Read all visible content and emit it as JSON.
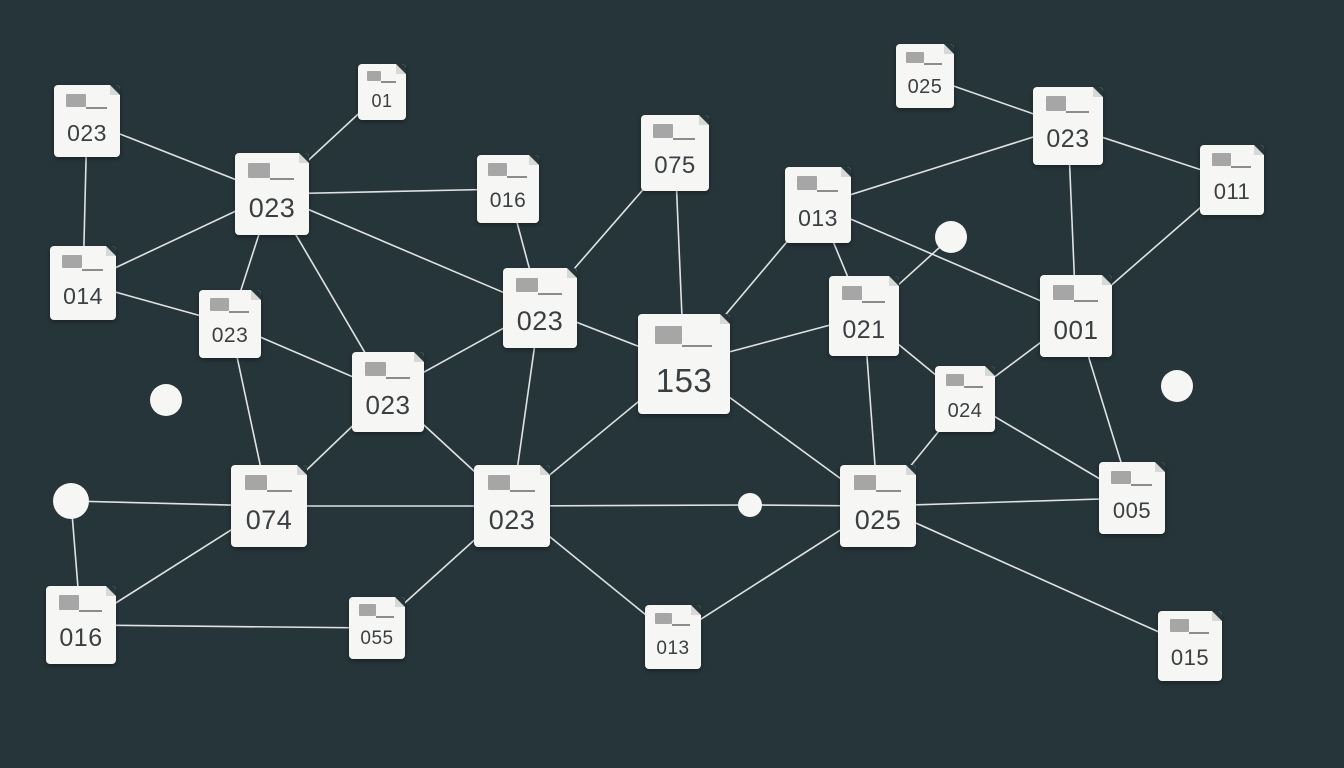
{
  "diagram": {
    "background": "#263539",
    "node_color": "#f6f6f4",
    "edge_color": "#dfe3e3",
    "nodes": [
      {
        "id": "n1",
        "label": "023"
      },
      {
        "id": "n2",
        "label": "01"
      },
      {
        "id": "n3",
        "label": "023"
      },
      {
        "id": "n4",
        "label": "016"
      },
      {
        "id": "n5",
        "label": "075"
      },
      {
        "id": "n6",
        "label": "013"
      },
      {
        "id": "n7",
        "label": "025"
      },
      {
        "id": "n8",
        "label": "023"
      },
      {
        "id": "n9",
        "label": "011"
      },
      {
        "id": "n10",
        "label": "014"
      },
      {
        "id": "n11",
        "label": "023"
      },
      {
        "id": "n12",
        "label": "023"
      },
      {
        "id": "n13",
        "label": "153"
      },
      {
        "id": "n14",
        "label": "021"
      },
      {
        "id": "n15",
        "label": "001"
      },
      {
        "id": "n16",
        "label": "023"
      },
      {
        "id": "n17",
        "label": "024"
      },
      {
        "id": "n18",
        "label": "074"
      },
      {
        "id": "n19",
        "label": "023"
      },
      {
        "id": "n20",
        "label": "025"
      },
      {
        "id": "n21",
        "label": "005"
      },
      {
        "id": "n22",
        "label": "016"
      },
      {
        "id": "n23",
        "label": "055"
      },
      {
        "id": "n24",
        "label": "013"
      },
      {
        "id": "n25",
        "label": "015"
      }
    ],
    "junctions": [
      "j1",
      "j2",
      "j3",
      "j4",
      "j5"
    ],
    "edges": [
      [
        "n1",
        "n3"
      ],
      [
        "n1",
        "n10"
      ],
      [
        "n2",
        "n3"
      ],
      [
        "n3",
        "n4"
      ],
      [
        "n3",
        "n10"
      ],
      [
        "n3",
        "n11"
      ],
      [
        "n3",
        "n16"
      ],
      [
        "n3",
        "n12"
      ],
      [
        "n4",
        "n12"
      ],
      [
        "n5",
        "n12"
      ],
      [
        "n5",
        "n13"
      ],
      [
        "n6",
        "n13"
      ],
      [
        "n6",
        "n14"
      ],
      [
        "n6",
        "n8"
      ],
      [
        "n6",
        "n15"
      ],
      [
        "n7",
        "n8"
      ],
      [
        "n8",
        "n9"
      ],
      [
        "n8",
        "n15"
      ],
      [
        "n9",
        "n15"
      ],
      [
        "n10",
        "n11"
      ],
      [
        "n11",
        "n16"
      ],
      [
        "n11",
        "n18"
      ],
      [
        "n12",
        "n16"
      ],
      [
        "n12",
        "n13"
      ],
      [
        "n12",
        "n19"
      ],
      [
        "n13",
        "n14"
      ],
      [
        "n13",
        "n19"
      ],
      [
        "n13",
        "n20"
      ],
      [
        "n14",
        "n20"
      ],
      [
        "n14",
        "n17"
      ],
      [
        "n14",
        "j2"
      ],
      [
        "n15",
        "n17"
      ],
      [
        "n15",
        "n21"
      ],
      [
        "n16",
        "n18"
      ],
      [
        "n16",
        "n19"
      ],
      [
        "n17",
        "n20"
      ],
      [
        "n17",
        "n21"
      ],
      [
        "j4",
        "n18"
      ],
      [
        "n18",
        "n19"
      ],
      [
        "n18",
        "n22"
      ],
      [
        "j4",
        "n22"
      ],
      [
        "n19",
        "j5"
      ],
      [
        "j5",
        "n20"
      ],
      [
        "n20",
        "n21"
      ],
      [
        "n19",
        "n23"
      ],
      [
        "n19",
        "n24"
      ],
      [
        "n24",
        "n20"
      ],
      [
        "n20",
        "n25"
      ],
      [
        "n22",
        "n23"
      ]
    ]
  }
}
